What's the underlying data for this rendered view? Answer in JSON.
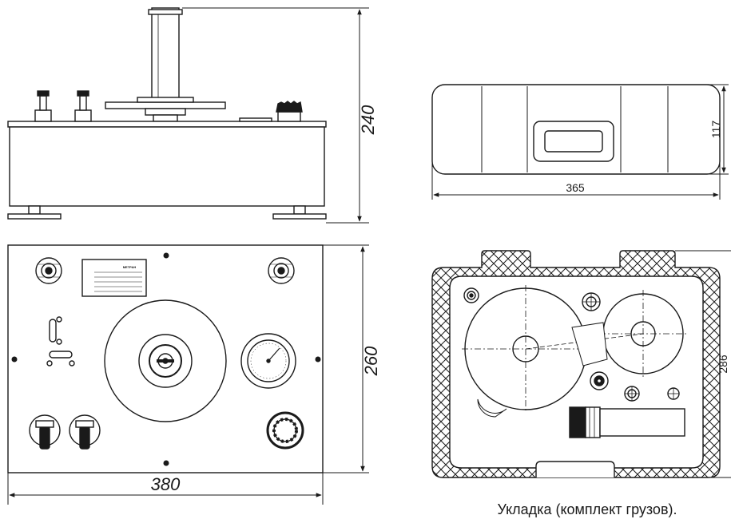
{
  "dimensions": {
    "height_side": "240",
    "depth_top": "260",
    "width_top": "380",
    "case_height": "117",
    "case_width": "365",
    "tray_height": "286"
  },
  "nameplate": {
    "brand": "МЕТРАН"
  },
  "caption": "Укладка (комплект грузов).",
  "colors": {
    "line": "#1a1a1a",
    "fill": "#ffffff",
    "hatch": "#1a1a1a"
  }
}
